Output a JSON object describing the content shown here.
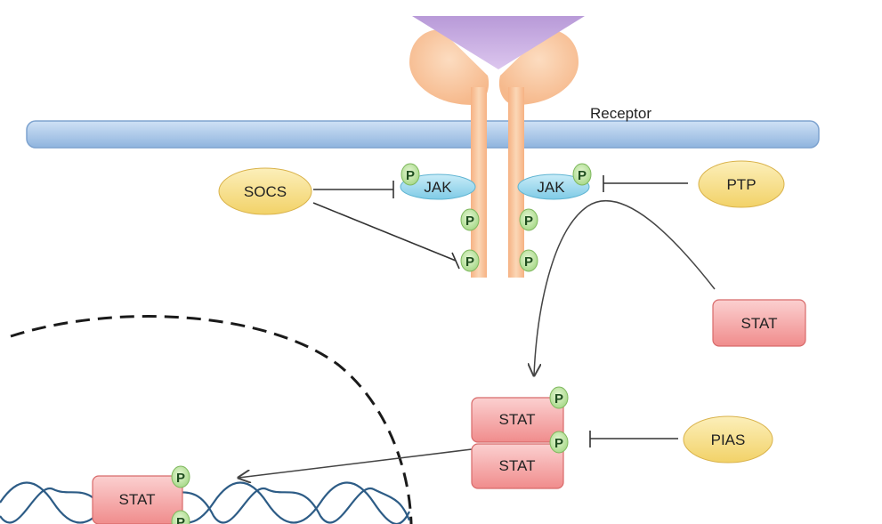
{
  "labels": {
    "receptor": "Receptor",
    "socs": "SOCS",
    "ptp": "PTP",
    "pias": "PIAS",
    "jak_left": "JAK",
    "jak_right": "JAK",
    "stat_free": "STAT",
    "stat_dimer_top": "STAT",
    "stat_dimer_bottom": "STAT",
    "stat_nucleus": "STAT",
    "phospho": "P"
  },
  "colors": {
    "membrane": "#a9c8ea",
    "receptor": "#f9c9a0",
    "ligand": "#c9a8e0",
    "jak": "#a3dcef",
    "stat": "#f6a8a8",
    "regulator": "#f7e08a",
    "phospho": "#c6e8a8",
    "dna": "#2d5c86"
  }
}
